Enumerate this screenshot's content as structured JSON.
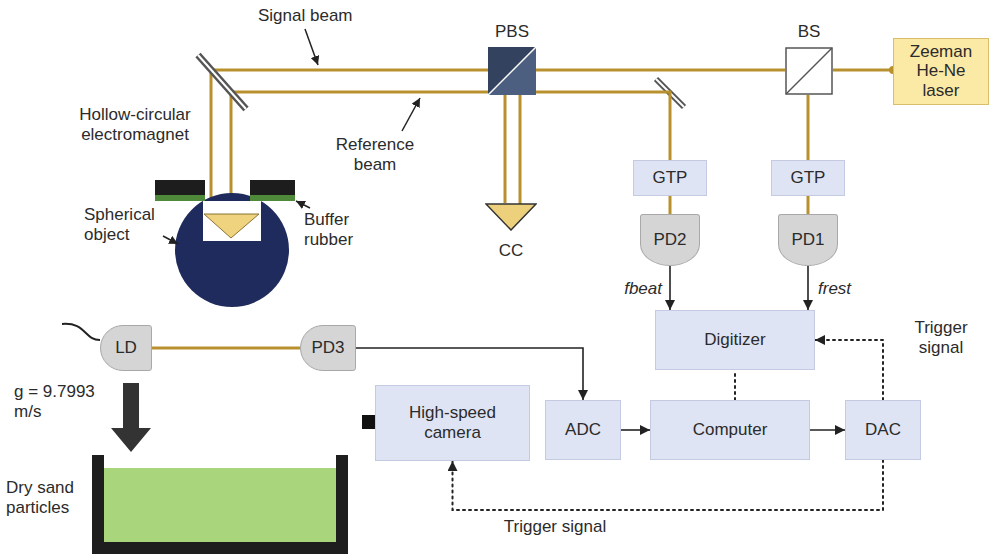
{
  "diagram": {
    "nodes": [
      {
        "text": [
          "Zeeman He-Ne laser"
        ]
      },
      {
        "text": [
          "BS"
        ]
      },
      {
        "text": [
          "PBS"
        ]
      },
      {
        "text": [
          "CC"
        ]
      },
      {
        "text": [
          "GTP"
        ]
      },
      {
        "text": [
          "PD2"
        ]
      },
      {
        "text": [
          "GTP"
        ]
      },
      {
        "text": [
          "PD1"
        ]
      },
      {
        "text": [
          "LD"
        ]
      },
      {
        "text": [
          "PD3"
        ]
      },
      {
        "text": [
          "Digitizer"
        ]
      },
      {
        "text": [
          "High-speed camera"
        ]
      },
      {
        "text": [
          "ADC"
        ]
      },
      {
        "text": [
          "Computer"
        ]
      },
      {
        "text": [
          "DAC"
        ]
      }
    ],
    "edges": [
      {
        "from": 0,
        "to": 1,
        "arrow": "none"
      },
      {
        "from": 1,
        "to": 2,
        "arrow": "none"
      },
      {
        "from": 1,
        "to": 6,
        "arrow": "none"
      },
      {
        "from": 6,
        "to": 7,
        "arrow": "none"
      },
      {
        "from": 2,
        "to": 3,
        "arrow": "none"
      },
      {
        "from": 4,
        "to": 5,
        "arrow": "none"
      },
      {
        "from": 5,
        "to": 10,
        "arrow": "to",
        "label": "fbeat"
      },
      {
        "from": 7,
        "to": 10,
        "arrow": "to",
        "label": "frest"
      },
      {
        "from": 8,
        "to": 9,
        "arrow": "none"
      },
      {
        "from": 9,
        "to": 12,
        "arrow": "to"
      },
      {
        "from": 12,
        "to": 13,
        "arrow": "to"
      },
      {
        "from": 13,
        "to": 14,
        "arrow": "to"
      },
      {
        "from": 13,
        "to": 10,
        "arrow": "none"
      },
      {
        "from": 14,
        "to": 10,
        "arrow": "to",
        "label": "Trigger signal"
      },
      {
        "from": 14,
        "to": 11,
        "arrow": "to",
        "label": "Trigger signal"
      },
      {
        "from": 2,
        "to": 4,
        "arrow": "none"
      }
    ],
    "labels": [
      "Signal beam",
      "Reference beam",
      "Hollow-circular electromagnet",
      "Spherical object",
      "Buffer rubber",
      "g = 9.7993 m/s",
      "Dry sand particles"
    ]
  }
}
